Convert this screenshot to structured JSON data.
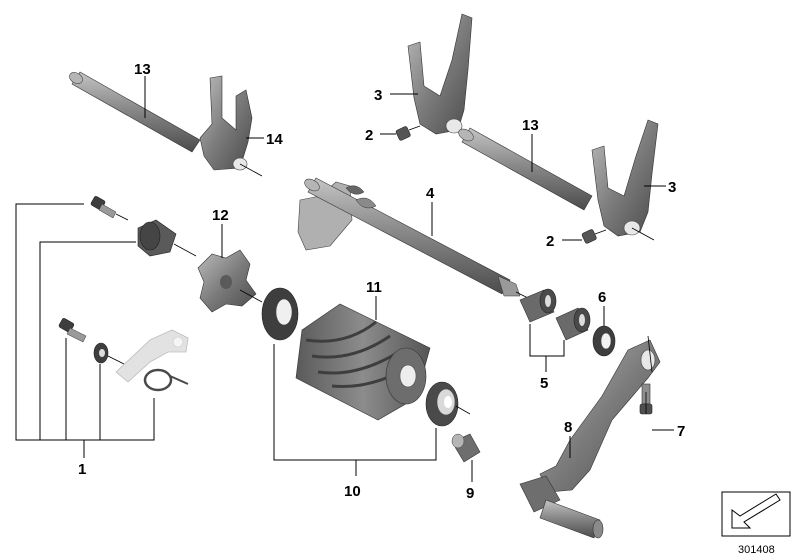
{
  "diagram": {
    "labels": {
      "p1": "1",
      "p2a": "2",
      "p2b": "2",
      "p3a": "3",
      "p3b": "3",
      "p4": "4",
      "p5": "5",
      "p6": "6",
      "p7": "7",
      "p8": "8",
      "p9": "9",
      "p10": "10",
      "p11": "11",
      "p12": "12",
      "p13a": "13",
      "p13b": "13",
      "p14": "14"
    },
    "diagram_number": "301408"
  },
  "colors": {
    "part_dark": "#4f4f4f",
    "part_mid": "#7a7a7a",
    "part_light": "#a3a3a3",
    "part_highlight": "#c9c9c9",
    "ghost_part": "#e2e2e2",
    "line": "#000000"
  }
}
